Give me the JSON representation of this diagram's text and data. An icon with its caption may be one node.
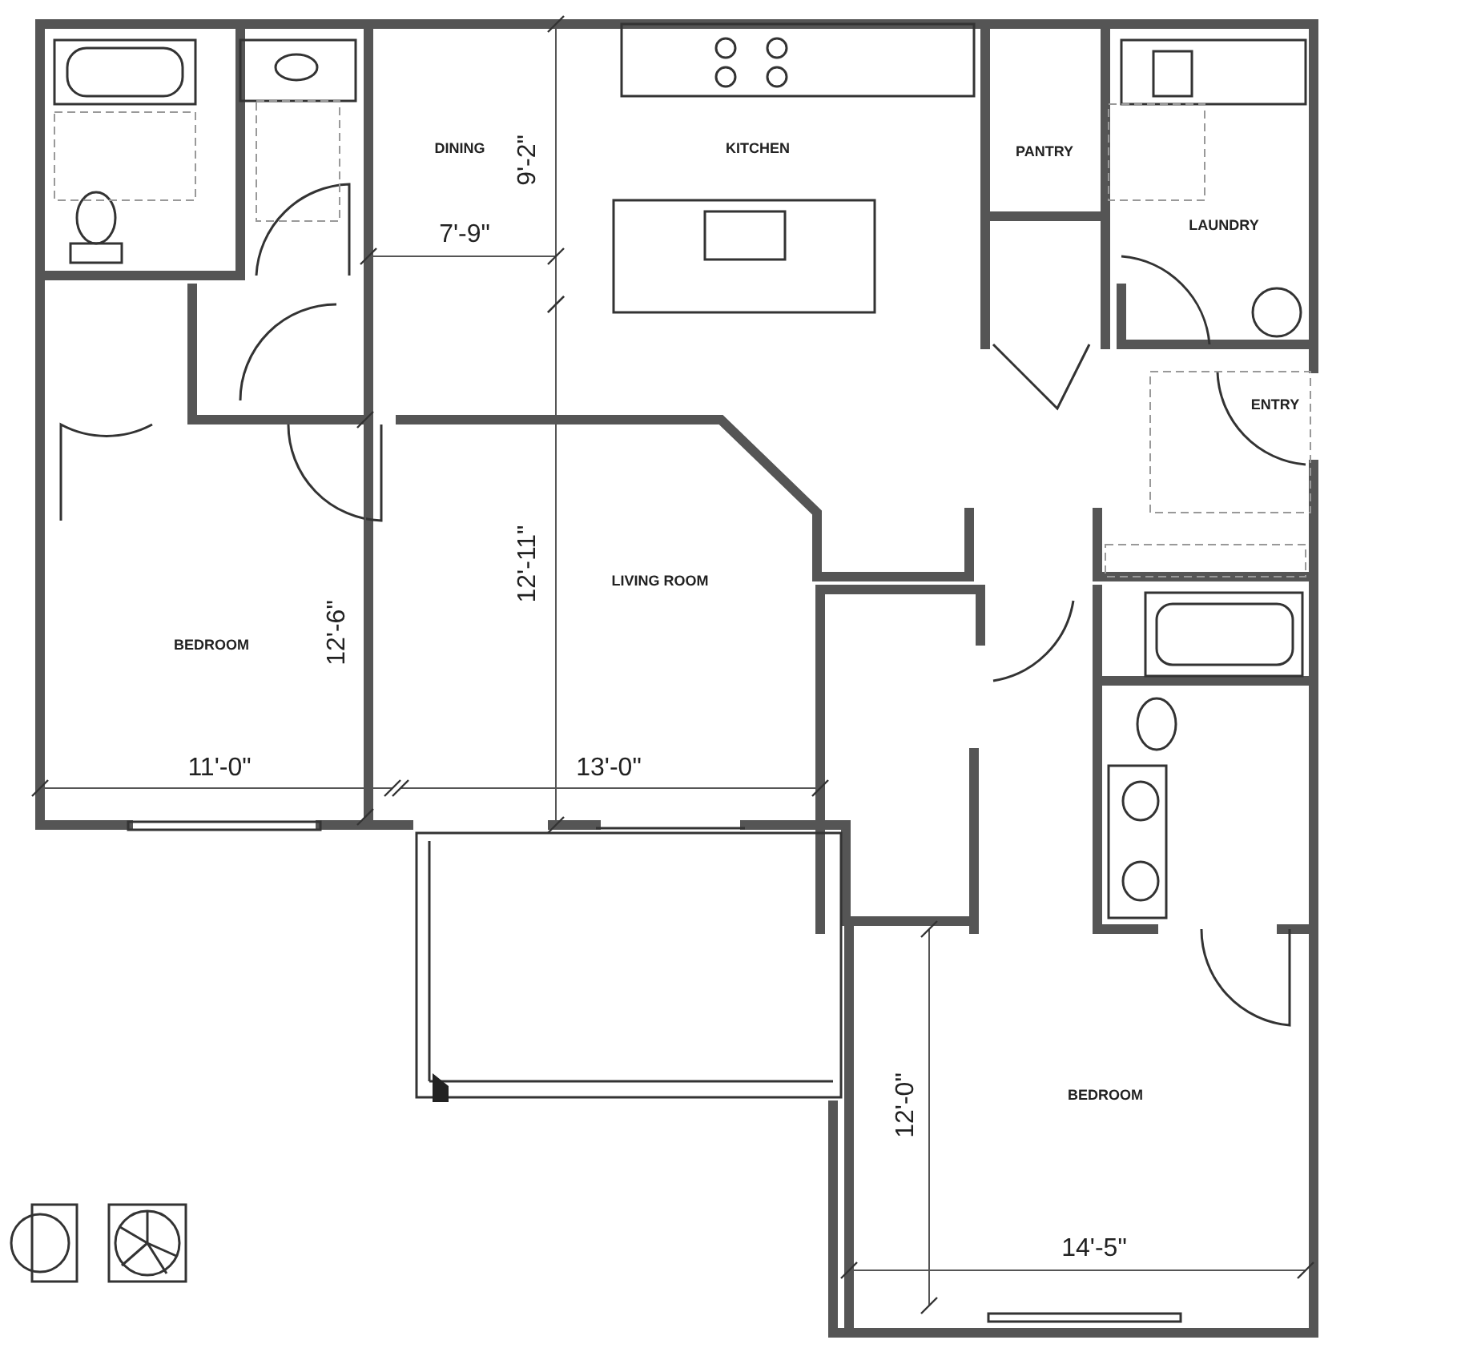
{
  "diagram": {
    "labels": [
      "DINING",
      "9'-2\"",
      "KITCHEN",
      "PANTRY",
      "LAUNDRY",
      "7'-9\"",
      "ENTRY",
      "12'-11\"",
      "LIVING ROOM",
      "BEDROOM",
      "12'-6\"",
      "11'-0\"",
      "13'-0\"",
      "BEDROOM",
      "12'-0\"",
      "14'-5\""
    ]
  }
}
